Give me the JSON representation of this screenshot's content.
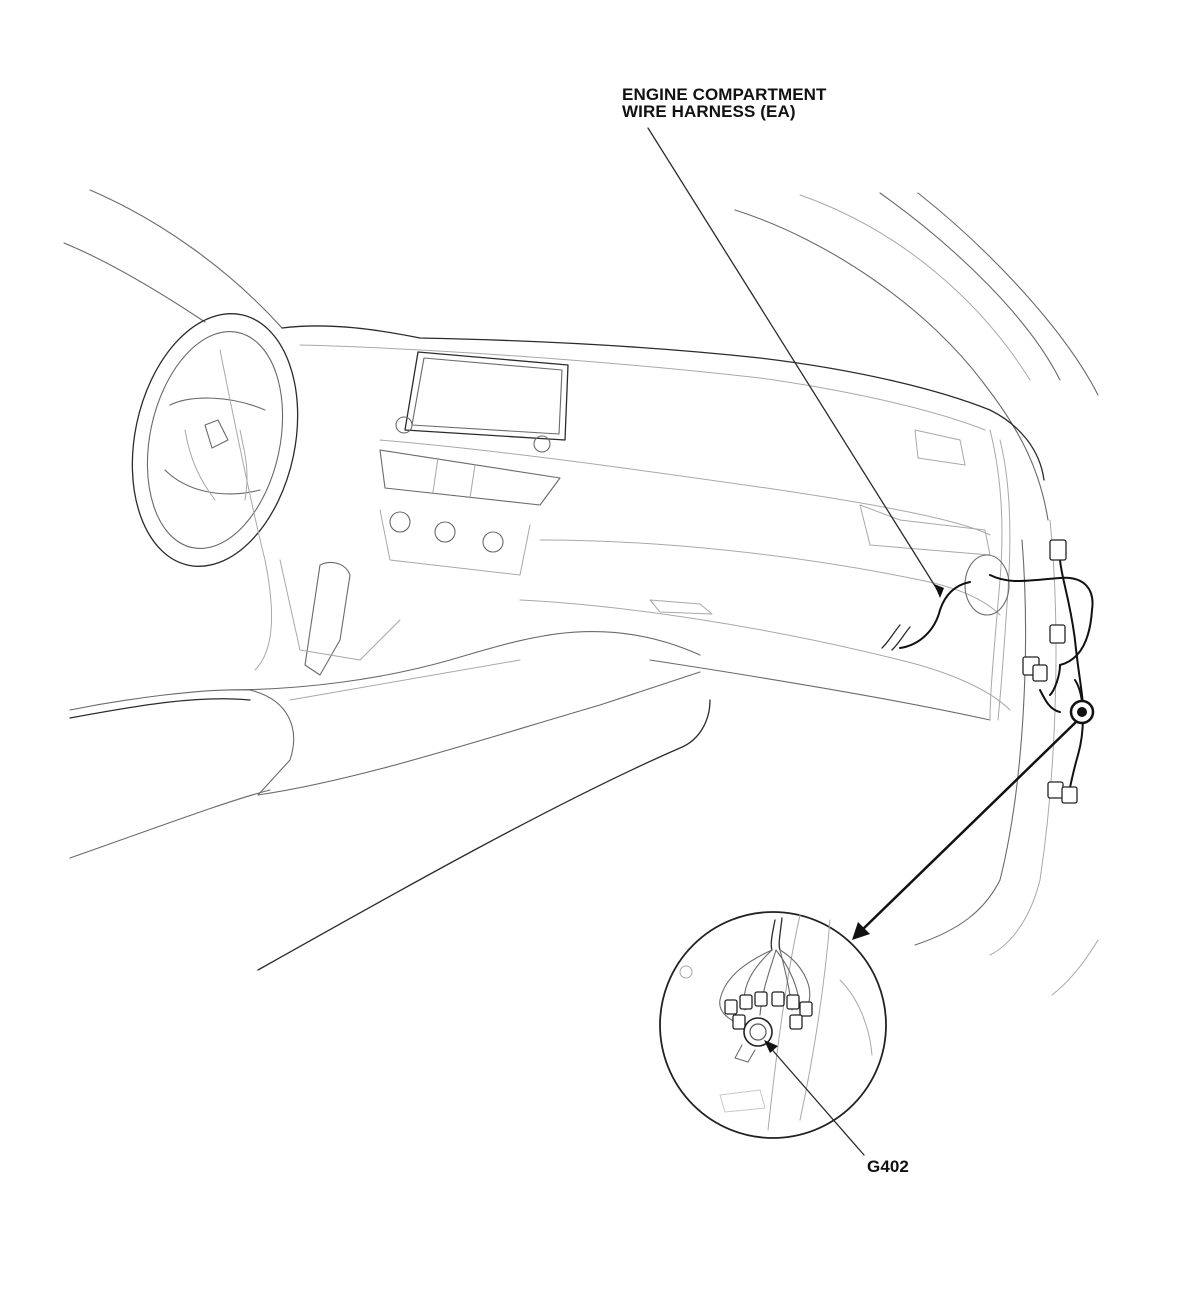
{
  "callouts": {
    "harness": {
      "line1": "ENGINE COMPARTMENT",
      "line2": "WIRE HARNESS (EA)"
    },
    "ground": "G402"
  },
  "colors": {
    "line_dark": "#2b2b2b",
    "line_light": "#a8a8a8",
    "wire": "#111111",
    "background": "#ffffff"
  }
}
